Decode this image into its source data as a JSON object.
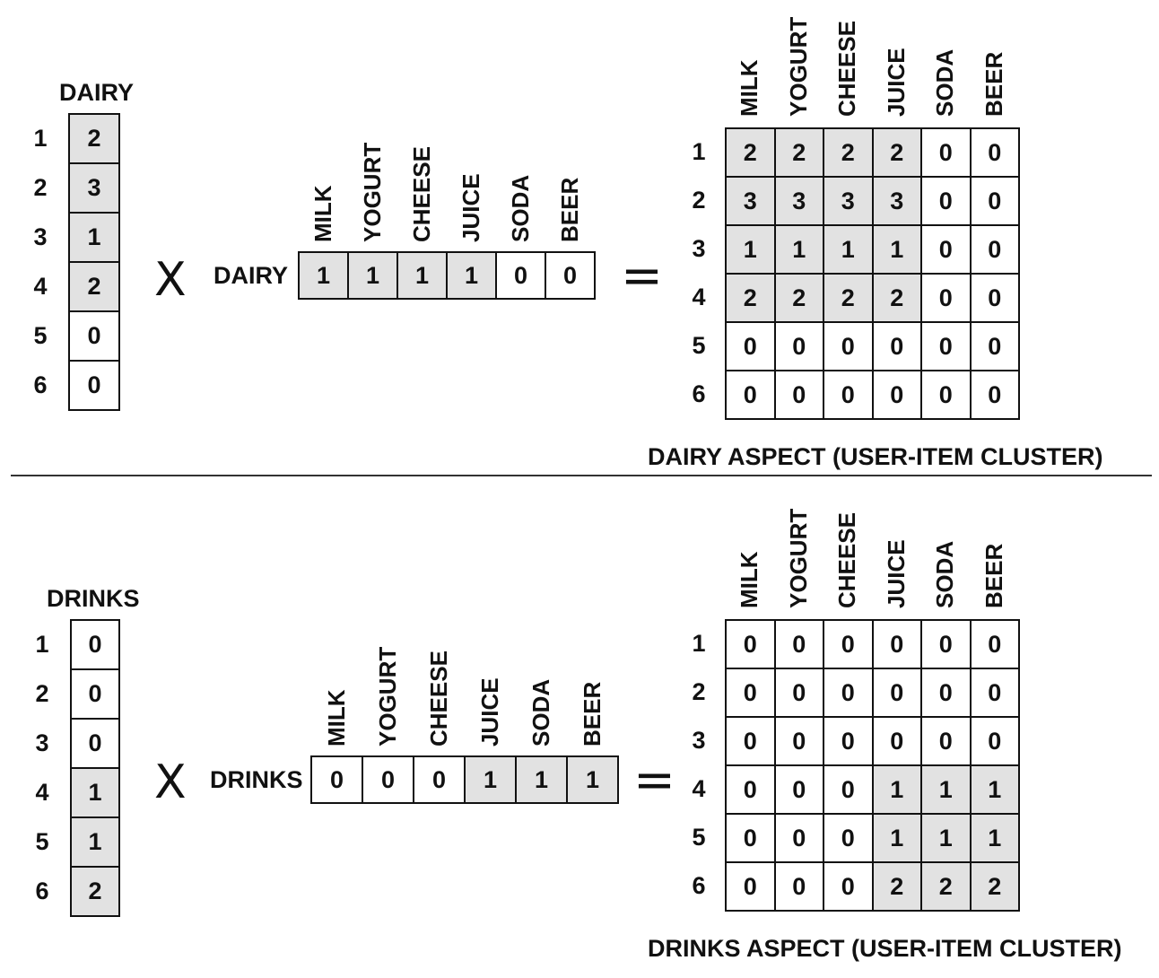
{
  "items": [
    "MILK",
    "YOGURT",
    "CHEESE",
    "JUICE",
    "SODA",
    "BEER"
  ],
  "users": [
    "1",
    "2",
    "3",
    "4",
    "5",
    "6"
  ],
  "operators": {
    "times": "X",
    "equals": "="
  },
  "dairy": {
    "user_label": "DAIRY",
    "row_label": "DAIRY",
    "user_vector": [
      2,
      3,
      1,
      2,
      0,
      0
    ],
    "item_vector": [
      1,
      1,
      1,
      1,
      0,
      0
    ],
    "result": [
      [
        2,
        2,
        2,
        2,
        0,
        0
      ],
      [
        3,
        3,
        3,
        3,
        0,
        0
      ],
      [
        1,
        1,
        1,
        1,
        0,
        0
      ],
      [
        2,
        2,
        2,
        2,
        0,
        0
      ],
      [
        0,
        0,
        0,
        0,
        0,
        0
      ],
      [
        0,
        0,
        0,
        0,
        0,
        0
      ]
    ],
    "caption": "DAIRY ASPECT (USER-ITEM CLUSTER)"
  },
  "drinks": {
    "user_label": "DRINKS",
    "row_label": "DRINKS",
    "user_vector": [
      0,
      0,
      0,
      1,
      1,
      2
    ],
    "item_vector": [
      0,
      0,
      0,
      1,
      1,
      1
    ],
    "result": [
      [
        0,
        0,
        0,
        0,
        0,
        0
      ],
      [
        0,
        0,
        0,
        0,
        0,
        0
      ],
      [
        0,
        0,
        0,
        0,
        0,
        0
      ],
      [
        0,
        0,
        0,
        1,
        1,
        1
      ],
      [
        0,
        0,
        0,
        1,
        1,
        1
      ],
      [
        0,
        0,
        0,
        2,
        2,
        2
      ]
    ],
    "caption": "DRINKS ASPECT (USER-ITEM CLUSTER)"
  },
  "colors": {
    "shaded": "#e2e2e2",
    "line": "#111111"
  }
}
